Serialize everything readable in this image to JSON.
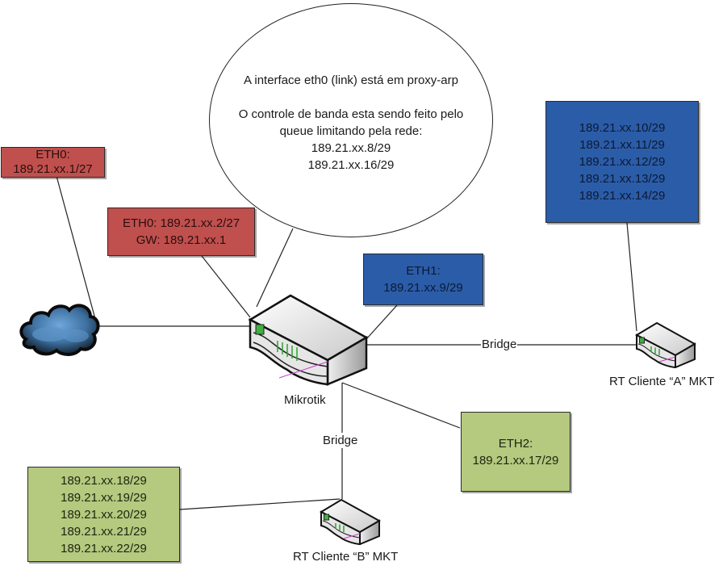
{
  "diagram": {
    "note": {
      "line1": "A interface eth0 (link) está em proxy-arp",
      "line2": "O controle de banda esta sendo feito pelo",
      "line3": "queue limitando pela rede:",
      "networks": [
        "189.21.xx.8/29",
        "189.21.xx.16/29"
      ]
    },
    "upstream_eth0": {
      "title": "ETH0:",
      "address": "189.21.xx.1/27"
    },
    "mikrotik_eth0": {
      "address": "ETH0: 189.21.xx.2/27",
      "gateway": "GW: 189.21.xx.1"
    },
    "mikrotik_eth1": {
      "title": "ETH1:",
      "address": "189.21.xx.9/29"
    },
    "mikrotik_eth2": {
      "title": "ETH2:",
      "address": "189.21.xx.17/29"
    },
    "client_a_ips": [
      "189.21.xx.10/29",
      "189.21.xx.11/29",
      "189.21.xx.12/29",
      "189.21.xx.13/29",
      "189.21.xx.14/29"
    ],
    "client_b_ips": [
      "189.21.xx.18/29",
      "189.21.xx.19/29",
      "189.21.xx.20/29",
      "189.21.xx.21/29",
      "189.21.xx.22/29"
    ],
    "devices": {
      "main_router": "Mikrotik",
      "client_a": "RT Cliente “A” MKT",
      "client_b": "RT Cliente “B” MKT"
    },
    "links": {
      "bridge_a": "Bridge",
      "bridge_b": "Bridge"
    },
    "icons": {
      "cloud": "internet-cloud-icon",
      "router": "router-icon"
    },
    "colors": {
      "wan": "#c0504d",
      "eth1_lan": "#2b5ca8",
      "eth2_lan": "#b5c97f"
    }
  }
}
